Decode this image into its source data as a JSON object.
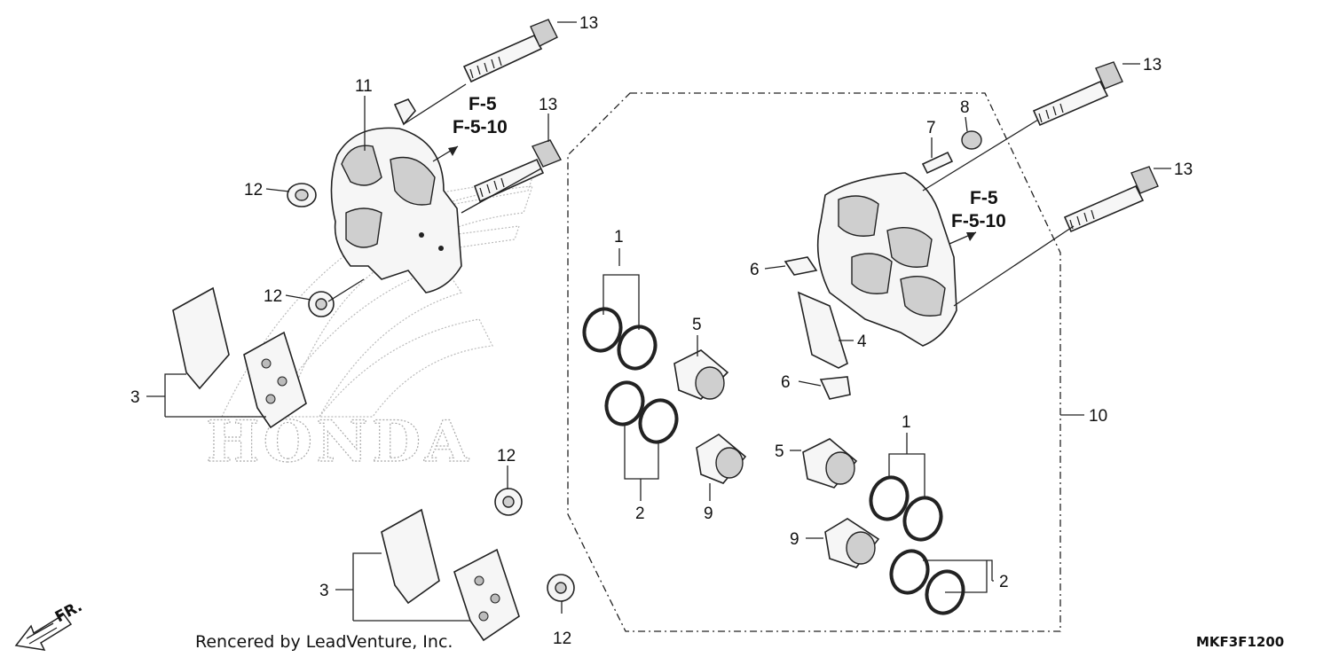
{
  "diagram": {
    "credit": "Rencered by LeadVenture, Inc.",
    "code": "MKF3F1200",
    "watermark": "HONDA",
    "front_arrow": "FR.",
    "refs": [
      {
        "line1": "F-5",
        "line2": "F-5-10"
      },
      {
        "line1": "F-5",
        "line2": "F-5-10"
      }
    ],
    "callouts": {
      "c13a": "13",
      "c13b": "13",
      "c13c": "13",
      "c13d": "13",
      "c11": "11",
      "c12a": "12",
      "c12b": "12",
      "c12c": "12",
      "c12d": "12",
      "c3a": "3",
      "c3b": "3",
      "c1a": "1",
      "c1b": "1",
      "c2a": "2",
      "c2b": "2",
      "c5a": "5",
      "c5b": "5",
      "c9a": "9",
      "c9b": "9",
      "c6a": "6",
      "c6b": "6",
      "c4": "4",
      "c7": "7",
      "c8": "8",
      "c10": "10"
    }
  }
}
